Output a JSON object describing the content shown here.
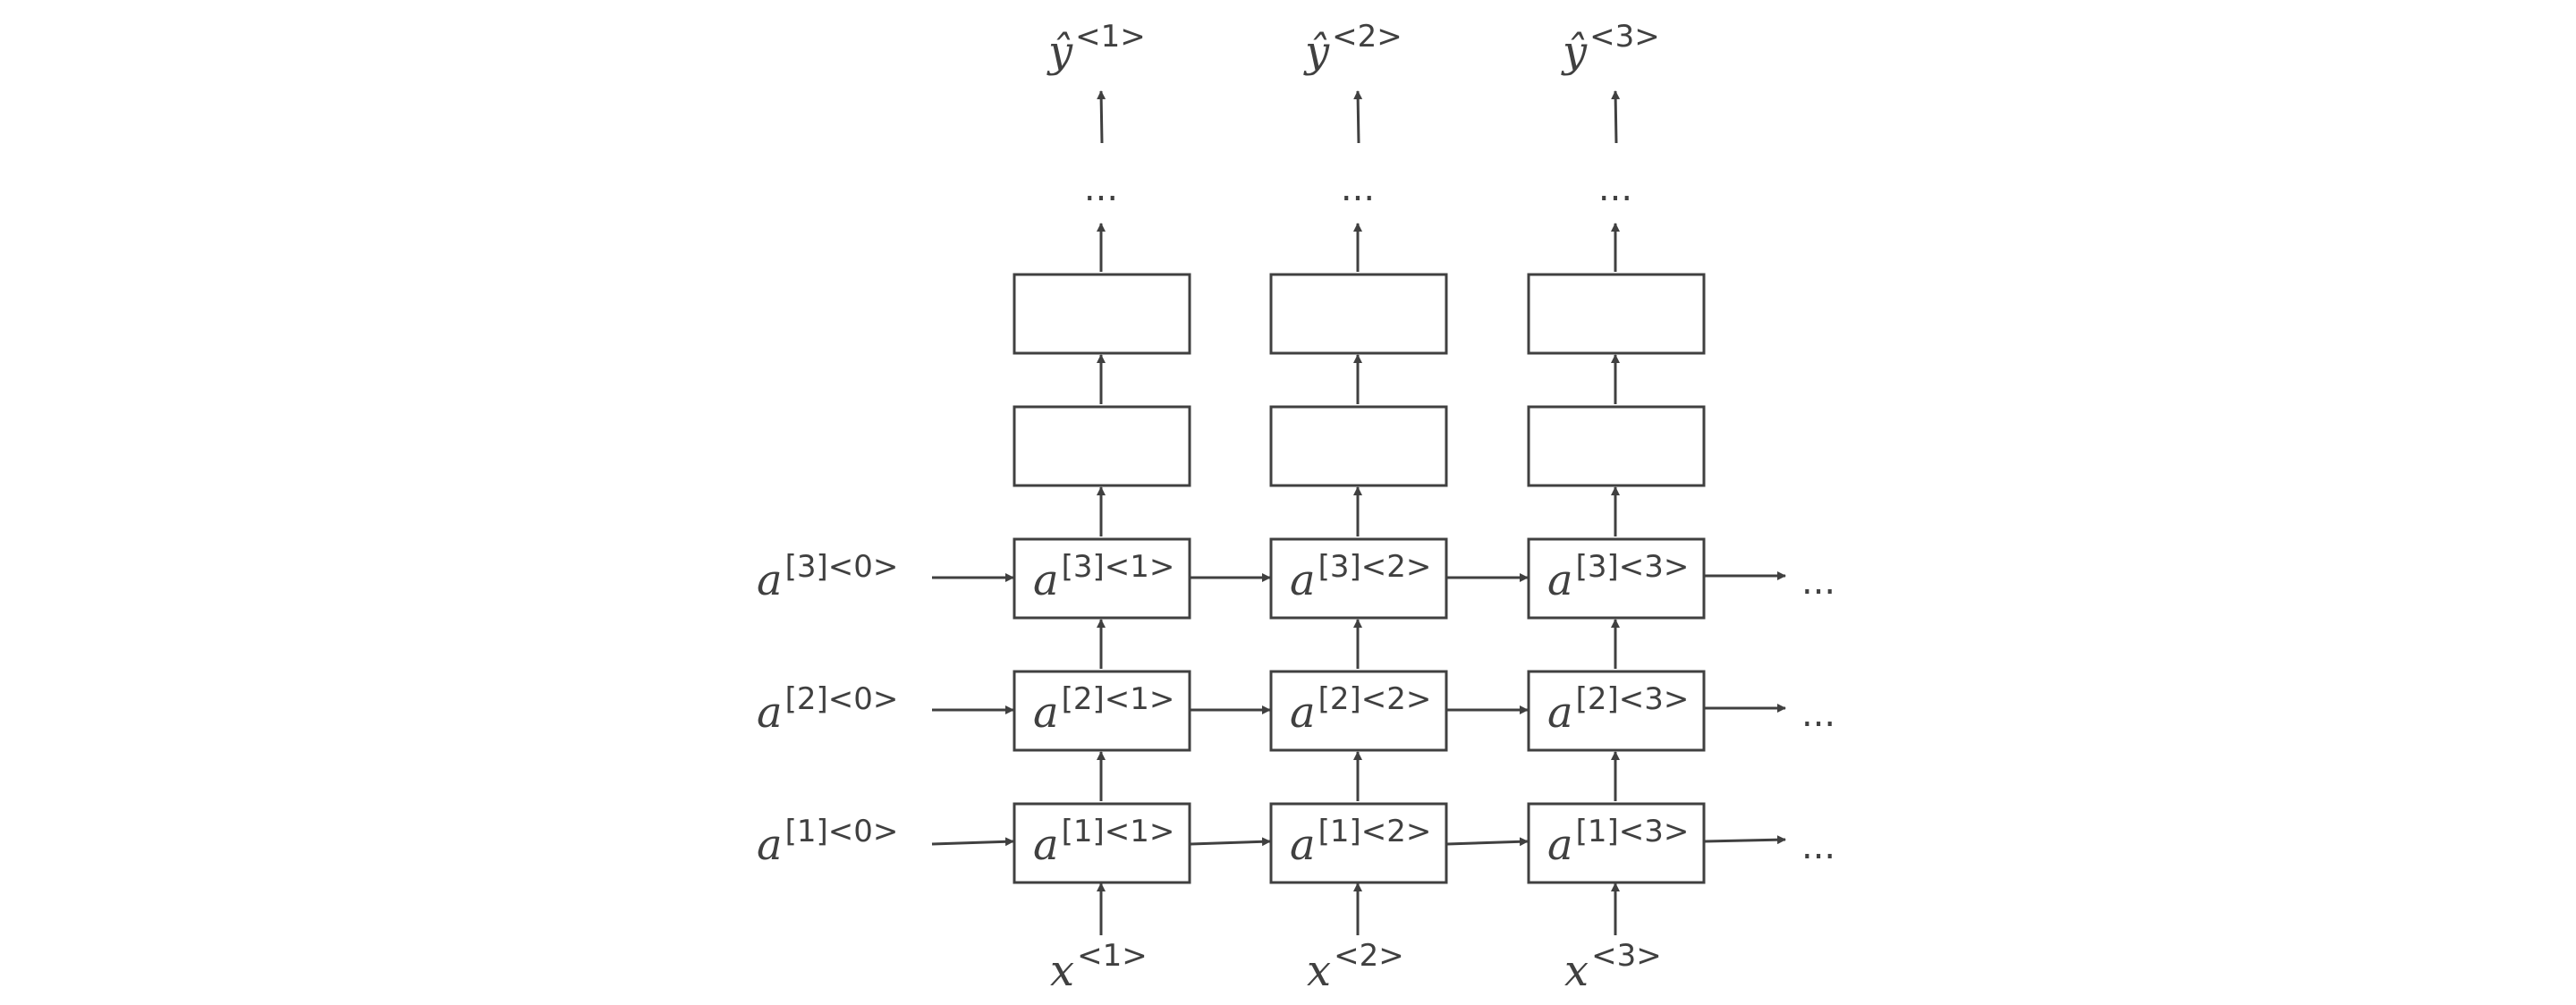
{
  "inputs": [
    {
      "base": "x",
      "sup": "<1>"
    },
    {
      "base": "x",
      "sup": "<2>"
    },
    {
      "base": "x",
      "sup": "<3>"
    }
  ],
  "outputs": [
    {
      "base": "ŷ",
      "sup": "<1>"
    },
    {
      "base": "ŷ",
      "sup": "<2>"
    },
    {
      "base": "ŷ",
      "sup": "<3>"
    }
  ],
  "initial_activations": [
    {
      "base": "a",
      "sup": "[3]<0>"
    },
    {
      "base": "a",
      "sup": "[2]<0>"
    },
    {
      "base": "a",
      "sup": "[1]<0>"
    }
  ],
  "recurrent_layers": [
    {
      "cells": [
        {
          "base": "a",
          "sup": "[3]<1>"
        },
        {
          "base": "a",
          "sup": "[3]<2>"
        },
        {
          "base": "a",
          "sup": "[3]<3>"
        }
      ]
    },
    {
      "cells": [
        {
          "base": "a",
          "sup": "[2]<1>"
        },
        {
          "base": "a",
          "sup": "[2]<2>"
        },
        {
          "base": "a",
          "sup": "[2]<3>"
        }
      ]
    },
    {
      "cells": [
        {
          "base": "a",
          "sup": "[1]<1>"
        },
        {
          "base": "a",
          "sup": "[1]<2>"
        },
        {
          "base": "a",
          "sup": "[1]<3>"
        }
      ]
    }
  ],
  "continuation": "...",
  "upper_continuation": "...",
  "colors": {
    "stroke": "#404040",
    "background": "#ffffff"
  }
}
